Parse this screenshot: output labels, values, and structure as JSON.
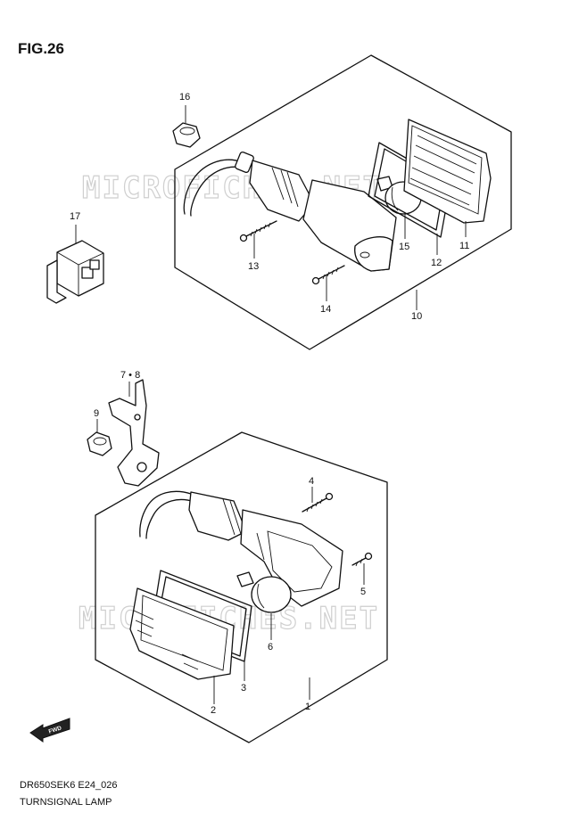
{
  "figure": {
    "title": "FIG.26"
  },
  "watermark": "MICROFICHES.NET",
  "fwd_label": "FWD",
  "callouts": [
    "1",
    "2",
    "3",
    "4",
    "5",
    "6",
    "7 • 8",
    "9",
    "10",
    "11",
    "12",
    "13",
    "14",
    "15",
    "16",
    "17"
  ],
  "footer": {
    "code": "DR650SEK6 E24_026",
    "name": "TURNSIGNAL LAMP"
  }
}
